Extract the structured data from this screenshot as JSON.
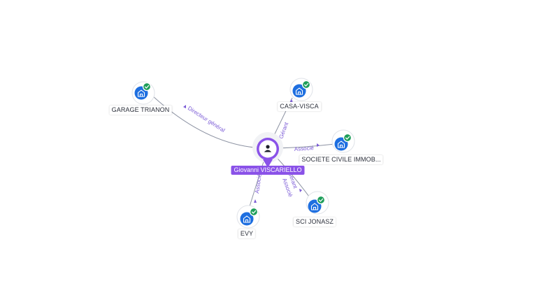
{
  "center": {
    "name": "Giovanni VISCARIELLO",
    "icon": "person-icon",
    "color": "#8a52e8"
  },
  "companies": [
    {
      "id": "garage",
      "name": "GARAGE TRIANON",
      "icon": "building-icon",
      "verified": true
    },
    {
      "id": "casa",
      "name": "CASA-VISCA",
      "icon": "building-icon",
      "verified": true
    },
    {
      "id": "societe",
      "name": "SOCIETE CIVILE IMMOB...",
      "icon": "building-icon",
      "verified": true
    },
    {
      "id": "jonasz",
      "name": "SCI JONASZ",
      "icon": "building-icon",
      "verified": true
    },
    {
      "id": "evy",
      "name": "EVY",
      "icon": "building-icon",
      "verified": true
    }
  ],
  "relations": [
    {
      "to": "garage",
      "label": "Directeur général"
    },
    {
      "to": "casa",
      "label": "Gérant"
    },
    {
      "to": "societe",
      "label": "Associé"
    },
    {
      "to": "jonasz",
      "label": "Gérant"
    },
    {
      "to": "jonasz",
      "label": "Associé"
    },
    {
      "to": "evy",
      "label": "Associé"
    }
  ],
  "colors": {
    "company_icon": "#1e6fe0",
    "verified_badge": "#1e9e5a",
    "relation_label": "#7b5bd6"
  }
}
